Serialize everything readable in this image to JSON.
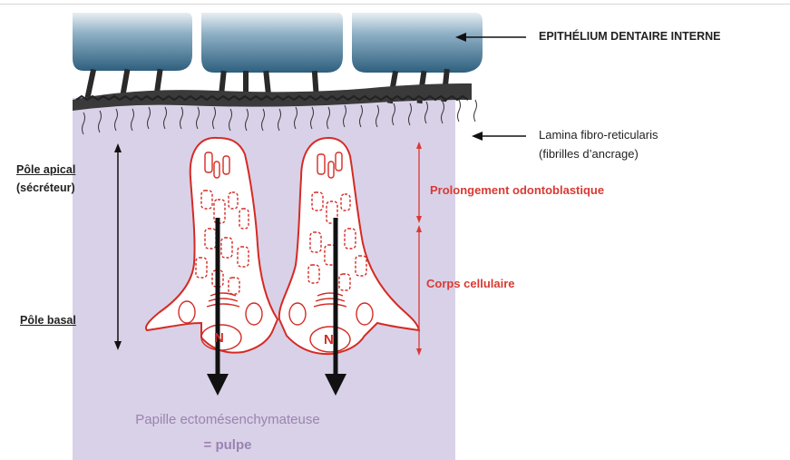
{
  "labels": {
    "epithelium": "EPITHÉLIUM DENTAIRE INTERNE",
    "lamina_line1": "Lamina fibro-reticularis",
    "lamina_line2": "(fibrilles d’ancrage)",
    "pole_apical_line1": "Pôle apical",
    "pole_apical_line2": "(sécréteur)",
    "pole_basal": "Pôle basal",
    "prolongement": "Prolongement odontoblastique",
    "corps": "Corps cellulaire",
    "papille_line1": "Papille ectomésenchymateuse",
    "papille_line2": "= pulpe",
    "nucleus_left": "N",
    "nucleus_right": "N"
  },
  "colors": {
    "background_purple": "#d9d1e8",
    "epithelium_blue": "#2e5f7e",
    "fibril_dark": "#2a2a2a",
    "cell_outline_red": "#d42b24",
    "label_red": "#d93a32",
    "papille_text": "#9a83b0"
  }
}
